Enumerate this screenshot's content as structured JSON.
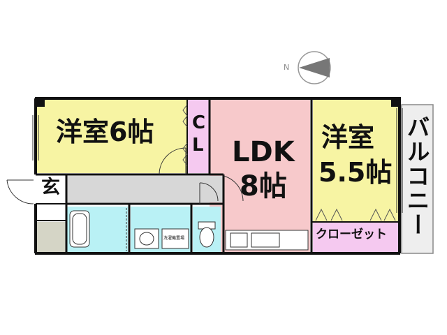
{
  "compass": {
    "label": "N"
  },
  "rooms": {
    "western_room_1": "洋室6帖",
    "closet_1": "CL",
    "ldk_line1": "LDK",
    "ldk_line2": "8帖",
    "western_room_2_line1": "洋室",
    "western_room_2_line2": "5.5帖",
    "balcony": "バルコニー",
    "entrance": "玄",
    "closet_2": "クローゼット",
    "washer": "洗濯機置場"
  },
  "colors": {
    "western_room": "#f7f4a3",
    "closet": "#f5c9f0",
    "ldk": "#f7c9cb",
    "bath": "#b9f1f5",
    "hall": "#d7d7d7",
    "balcony": "#eeeeee",
    "storage": "#d5d5c6"
  }
}
